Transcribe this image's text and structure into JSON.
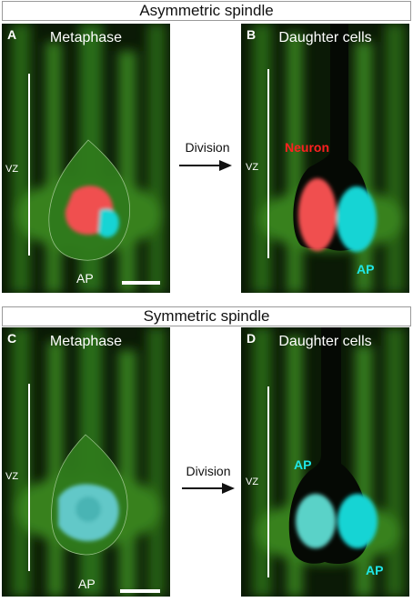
{
  "sections": {
    "top_title": "Asymmetric spindle",
    "bottom_title": "Symmetric spindle"
  },
  "panels": {
    "A": {
      "letter": "A",
      "title": "Metaphase",
      "vz": "VZ",
      "ap": "AP"
    },
    "B": {
      "letter": "B",
      "title": "Daughter cells",
      "vz": "VZ",
      "neuron": "Neuron",
      "ap": "AP"
    },
    "C": {
      "letter": "C",
      "title": "Metaphase",
      "vz": "VZ",
      "ap": "AP"
    },
    "D": {
      "letter": "D",
      "title": "Daughter cells",
      "vz": "VZ",
      "ap_top": "AP",
      "ap_bottom": "AP"
    }
  },
  "arrows": {
    "top": "Division",
    "bottom": "Division"
  },
  "colors": {
    "background": "#0b1a06",
    "tissue_green": "#3a8a22",
    "neuron_red": "#ff2020",
    "progenitor_cyan": "#1fe6e6"
  }
}
